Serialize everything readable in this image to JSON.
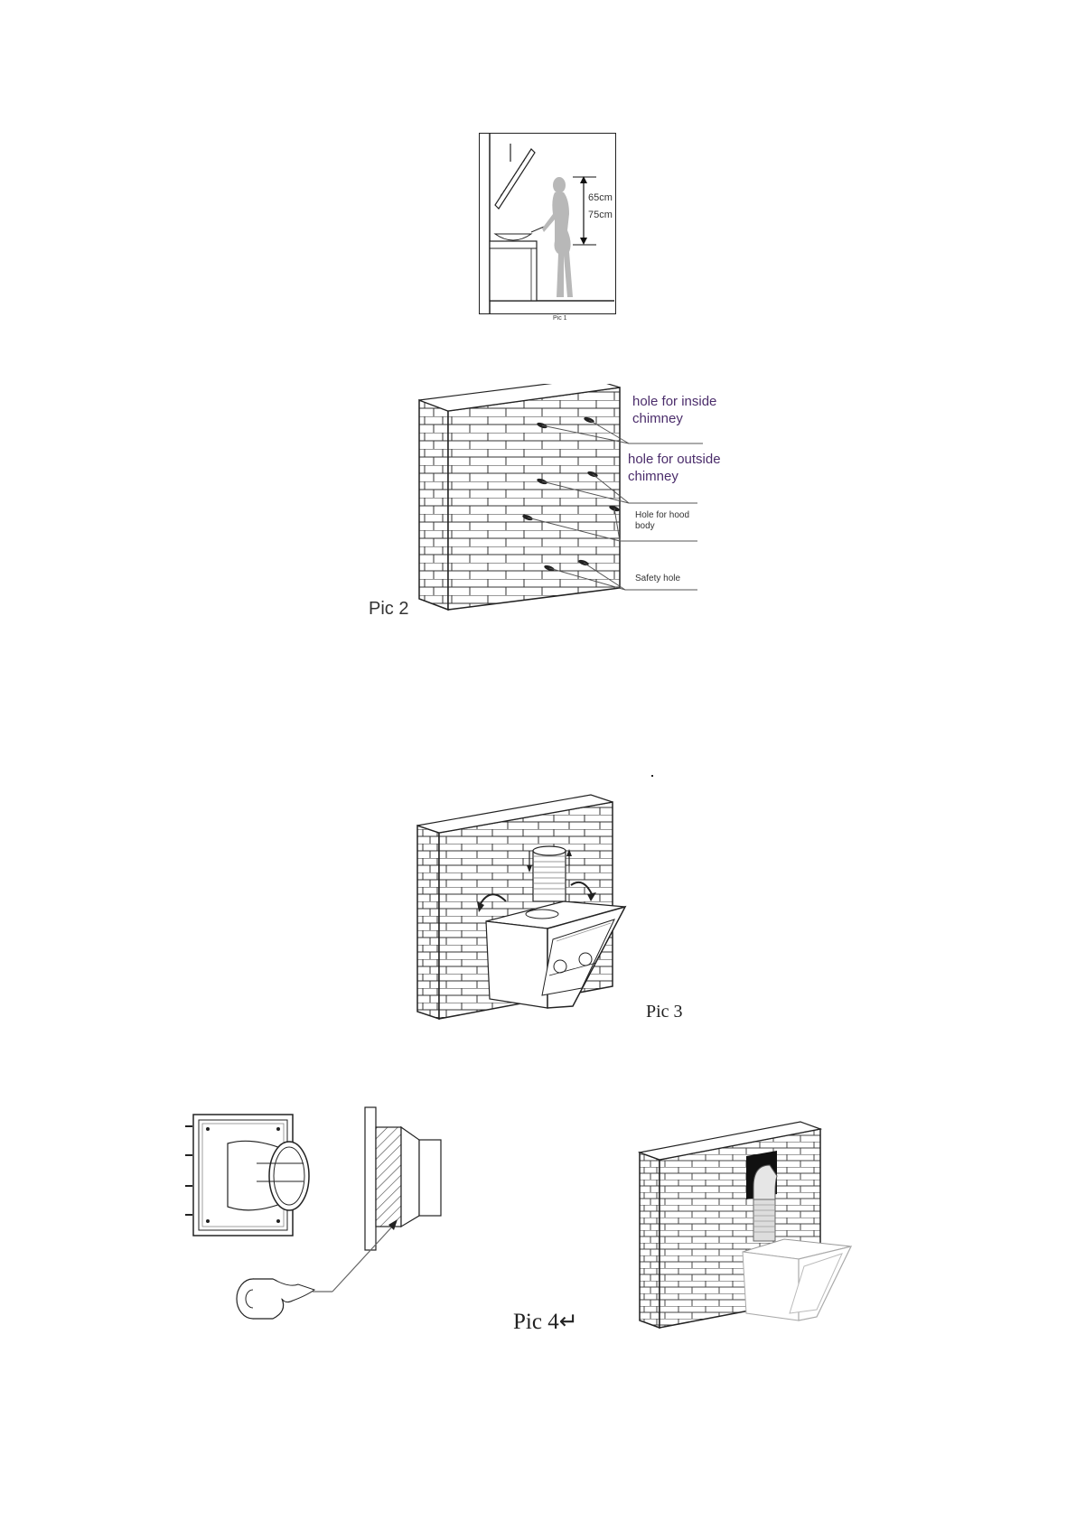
{
  "pic1": {
    "caption": "Pic 1",
    "dim_top": "65cm",
    "dim_bottom": "75cm"
  },
  "pic2": {
    "caption": "Pic 2",
    "labels": [
      "hole for inside chimney",
      "hole for outside chimney",
      "Hole for hood body",
      "Safety hole"
    ],
    "label_lines": [
      [
        "hole for inside",
        "chimney"
      ],
      [
        "hole for outside",
        "chimney"
      ],
      [
        "Hole for hood",
        "body"
      ],
      [
        "Safety hole"
      ]
    ]
  },
  "pic3": {
    "caption": "Pic 3"
  },
  "pic4": {
    "caption": "Pic 4↵"
  }
}
